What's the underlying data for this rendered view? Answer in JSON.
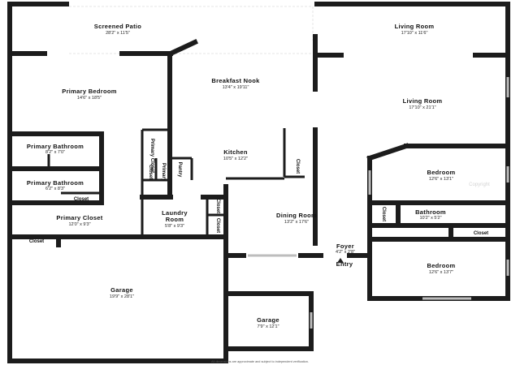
{
  "rooms": {
    "screened_patio": {
      "name": "Screened Patio",
      "dim": "28'2\" x 11'5\""
    },
    "living_room_top": {
      "name": "Living Room",
      "dim": "17'10\" x 11'6\""
    },
    "primary_bedroom": {
      "name": "Primary Bedroom",
      "dim": "14'6\" x 18'5\""
    },
    "breakfast_nook": {
      "name": "Breakfast Nook",
      "dim": "13'4\" x 19'11\""
    },
    "living_room_main": {
      "name": "Living Room",
      "dim": "17'10\" x 21'1\""
    },
    "primary_bathroom_1": {
      "name": "Primary Bathroom",
      "dim": "8'2\" x 7'0\""
    },
    "primary_bathroom_2": {
      "name": "Primary Bathroom",
      "dim": "6'2\" x 8'3\""
    },
    "kitchen": {
      "name": "Kitchen",
      "dim": "10'5\" x 12'2\""
    },
    "bedroom_1": {
      "name": "Bedroom",
      "dim": "12'6\" x 13'1\""
    },
    "primary_closet": {
      "name": "Primary Closet",
      "dim": "12'0\" x 9'3\""
    },
    "laundry_room": {
      "name": "Laundry Room",
      "dim": "5'8\" x 9'3\""
    },
    "dining_room": {
      "name": "Dining Room",
      "dim": "13'2\" x 17'6\""
    },
    "bathroom": {
      "name": "Bathroom",
      "dim": "10'2\" x 5'2\""
    },
    "foyer": {
      "name": "Foyer",
      "dim": "4'2\" x 2'8\""
    },
    "bedroom_2": {
      "name": "Bedroom",
      "dim": "12'6\" x 13'7\""
    },
    "garage_main": {
      "name": "Garage",
      "dim": "19'9\" x 28'1\""
    },
    "garage_small": {
      "name": "Garage",
      "dim": "7'9\" x 12'1\""
    }
  },
  "small_labels": {
    "primary_closet_vertical": "Primary Closet",
    "primary_closet_2": "Primary",
    "closet_bath_left": "Closet",
    "pantry": "Pantry",
    "closet_kitchen": "Closet",
    "closet_bath_row": "Closet",
    "closet_garage": "Closet",
    "closet_laundry_1": "Closet",
    "closet_laundry_2": "Closet",
    "closet_bedroom": "Closet",
    "closet_bathroom_right": "Closet",
    "closet_hall_left": "Closet",
    "entry": "Entry"
  },
  "footer": "All dimensions are approximate and subject to independent verification.",
  "watermark": "Copyright"
}
